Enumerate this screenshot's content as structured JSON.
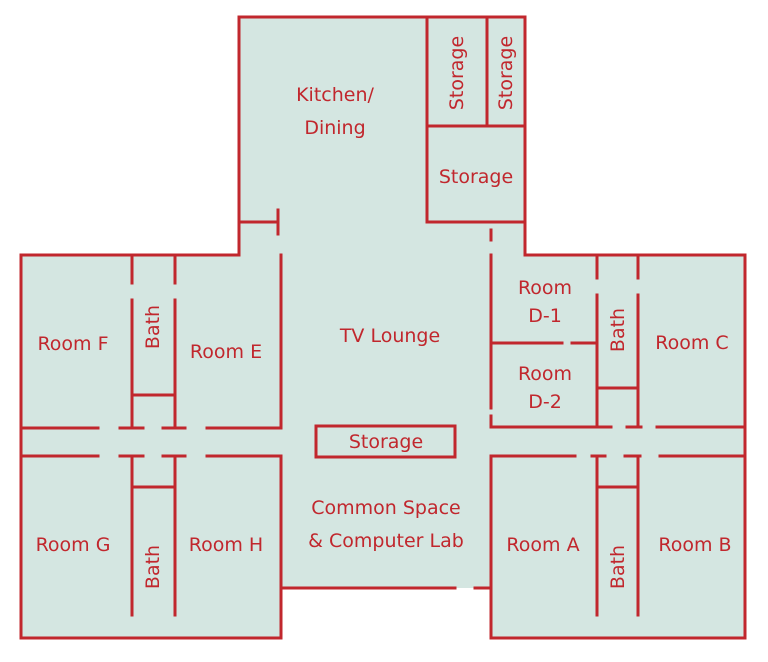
{
  "floor_plan": {
    "colors": {
      "wall": "#c1272d",
      "floor": "#d4e6e1",
      "background": "#ffffff"
    },
    "rooms": {
      "kitchen_line1": "Kitchen/",
      "kitchen_line2": "Dining",
      "storage_top_left": "Storage",
      "storage_top_right": "Storage",
      "storage_mid": "Storage",
      "tv_lounge": "TV Lounge",
      "storage_center": "Storage",
      "common_line1": "Common Space",
      "common_line2": "& Computer Lab",
      "room_f": "Room F",
      "room_e": "Room E",
      "room_g": "Room G",
      "room_h": "Room H",
      "bath_fe": "Bath",
      "bath_gh": "Bath",
      "room_d1_line1": "Room",
      "room_d1_line2": "D-1",
      "room_d2_line1": "Room",
      "room_d2_line2": "D-2",
      "room_c": "Room C",
      "room_a": "Room A",
      "room_b": "Room B",
      "bath_dc": "Bath",
      "bath_ab": "Bath"
    }
  }
}
